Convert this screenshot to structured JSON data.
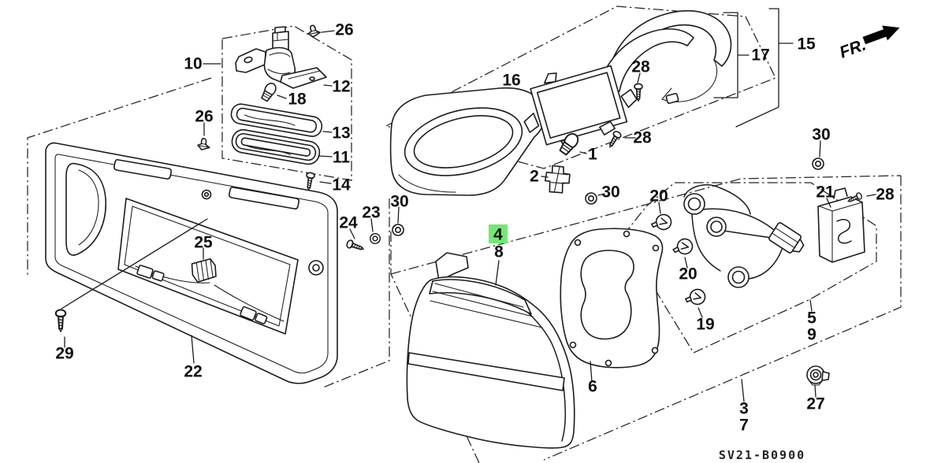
{
  "diagram": {
    "type": "exploded-parts-diagram",
    "subject": "rear combination taillight / license light assembly",
    "annotations": {
      "direction": "FR.",
      "diagram_code": "SV21-B0900"
    },
    "colors": {
      "line": "#1c1c1c",
      "background": "#ffffff",
      "highlight_bg": "#74e874",
      "highlight_text": "#0d6b14"
    }
  },
  "parts": [
    {
      "id": "clip-top",
      "text": "26"
    },
    {
      "id": "license-light-assembly",
      "text": "10"
    },
    {
      "id": "license-light-bracket",
      "text": "12"
    },
    {
      "id": "license-bulb",
      "text": "18"
    },
    {
      "id": "license-lens",
      "text": "13"
    },
    {
      "id": "license-housing",
      "text": "11"
    },
    {
      "id": "license-screw",
      "text": "14"
    },
    {
      "id": "clip-left",
      "text": "26"
    },
    {
      "id": "flange-nut-left",
      "text": "30"
    },
    {
      "id": "nut",
      "text": "23"
    },
    {
      "id": "bolt",
      "text": "24"
    },
    {
      "id": "wire-clip",
      "text": "25"
    },
    {
      "id": "garnish-screw",
      "text": "29"
    },
    {
      "id": "tailgate-garnish",
      "text": "22"
    },
    {
      "id": "stoplight-housing",
      "text": "16"
    },
    {
      "id": "stoplight-covers",
      "text": "17"
    },
    {
      "id": "stoplight-assembly",
      "text": "15"
    },
    {
      "id": "stoplight-screw-a",
      "text": "28"
    },
    {
      "id": "stoplight-screw-b",
      "text": "28"
    },
    {
      "id": "stoplight-bulb",
      "text": "1"
    },
    {
      "id": "stoplight-socket",
      "text": "2"
    },
    {
      "id": "flange-nut-mid",
      "text": "30"
    },
    {
      "id": "flange-nut-right",
      "text": "30"
    },
    {
      "id": "taillight-lens-selected",
      "text": "4",
      "highlighted": true
    },
    {
      "id": "taillight-lens-alt",
      "text": "8"
    },
    {
      "id": "taillight-gasket",
      "text": "6"
    },
    {
      "id": "tail-bulb-a",
      "text": "20"
    },
    {
      "id": "tail-bulb-b",
      "text": "20"
    },
    {
      "id": "turn-bulb",
      "text": "19"
    },
    {
      "id": "wire-harness",
      "text": "5"
    },
    {
      "id": "wire-harness-alt",
      "text": "9"
    },
    {
      "id": "connector-bracket",
      "text": "21"
    },
    {
      "id": "harness-screw",
      "text": "28"
    },
    {
      "id": "special-nut",
      "text": "27"
    },
    {
      "id": "taillight-assembly",
      "text": "3"
    },
    {
      "id": "taillight-assembly-alt",
      "text": "7"
    }
  ]
}
